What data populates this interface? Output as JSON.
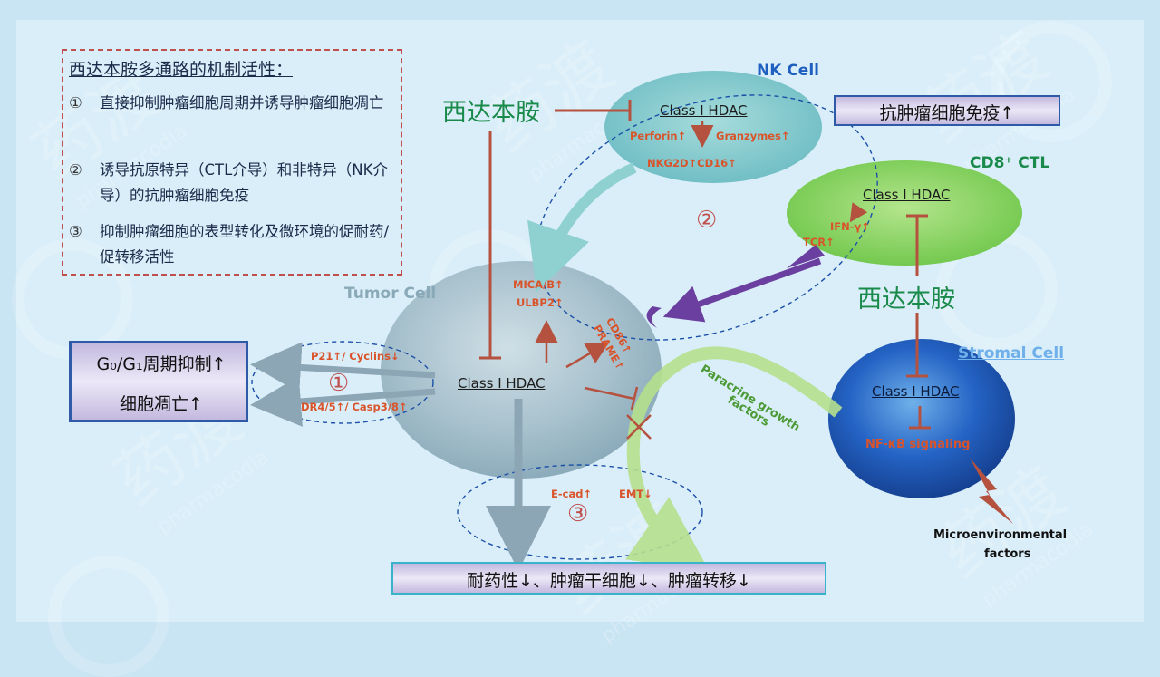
{
  "watermark": {
    "text": "药渡",
    "subtext": "pharmacodia"
  },
  "mechanism_box": {
    "title": "西达本胺多通路的机制活性：",
    "items": [
      {
        "num": "①",
        "text": "直接抑制肿瘤细胞周期并诱导肿瘤细胞凋亡"
      },
      {
        "num": "②",
        "text": "诱导抗原特异（CTL介导）和非特异（NK介导）的抗肿瘤细胞免疫"
      },
      {
        "num": "③",
        "text": "抑制肿瘤细胞的表型转化及微环境的促耐药/促转移活性"
      }
    ]
  },
  "drug_name_top": "西达本胺",
  "drug_name_right": "西达本胺",
  "nk_cell": {
    "label": "NK Cell",
    "hdac": "Class I HDAC",
    "perforin": "Perforin↑",
    "granzymes": "Granzymes↑",
    "receptors": "NKG2D↑CD16↑"
  },
  "immune_box": {
    "text": "抗肿瘤细胞免疫↑"
  },
  "ctl_cell": {
    "label": "CD8⁺ CTL",
    "hdac": "Class I HDAC",
    "ifn": "IFN-γ↑",
    "tcr": "TCR↑"
  },
  "tumor_cell": {
    "label": "Tumor Cell",
    "hdac": "Class I HDAC",
    "mica": "MICA/B↑",
    "ulbp": "ULBP2↑",
    "cd86": "CD86↑",
    "prame": "PRAME↑",
    "p21": "P21↑/ Cyclins↓",
    "dr4": "DR4/5↑/ Casp3/8↑",
    "ecad": "E-cad↑",
    "emt": "EMT↓"
  },
  "g0_box": {
    "line1": "G₀/G₁周期抑制↑",
    "line2": "细胞凋亡↑"
  },
  "stromal_cell": {
    "label": "Stromal Cell",
    "hdac": "Class I HDAC",
    "nfkb": "NF-κB signaling"
  },
  "paracrine": {
    "line1": "Paracrine growth",
    "line2": "factors"
  },
  "micro_factors": {
    "line1": "Microenvironmental",
    "line2": "factors"
  },
  "circled_numbers": {
    "one": "①",
    "two": "②",
    "three": "③"
  },
  "outcome_box": {
    "text": "耐药性↓、肿瘤干细胞↓、肿瘤转移↓"
  },
  "colors": {
    "inhibition_line": "#b5513f",
    "nk_fill": "#7cc5c9",
    "ctl_fill": "#7fcf5b",
    "tumor_fill": "#a9c2cf",
    "stromal_fill": "#1f5fc0",
    "purple_arrow": "#6b3fa0",
    "paracrine_arrow": "#b6e08e"
  }
}
